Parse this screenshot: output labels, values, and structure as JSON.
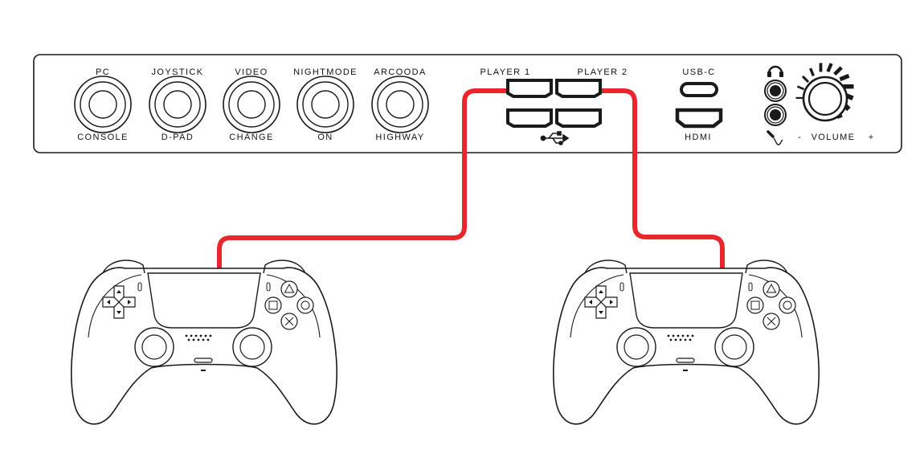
{
  "panel": {
    "buttons": [
      {
        "top": "PC",
        "bottom": "CONSOLE"
      },
      {
        "top": "JOYSTICK",
        "bottom": "D-PAD"
      },
      {
        "top": "VIDEO",
        "bottom": "CHANGE"
      },
      {
        "top": "NIGHTMODE",
        "bottom": "ON"
      },
      {
        "top": "ARCOODA",
        "bottom": "HIGHWAY"
      }
    ],
    "player1_label": "PLAYER 1",
    "player2_label": "PLAYER 2",
    "usbc_label": "USB-C",
    "hdmi_label": "HDMI",
    "volume_label": "VOLUME",
    "volume_minus": "-",
    "volume_plus": "+"
  },
  "colors": {
    "cable": "#e8262b",
    "outline": "#1a1a1a",
    "background": "#ffffff"
  },
  "icons": [
    "usb-icon",
    "headphones-icon",
    "microphone-icon"
  ]
}
